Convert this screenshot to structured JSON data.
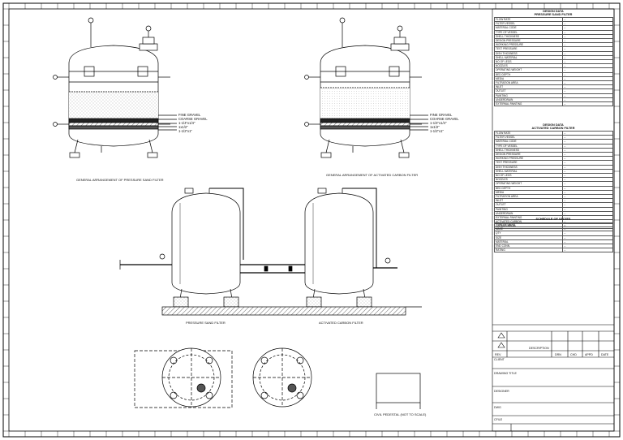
{
  "title_block_fields": {
    "rev": "REV.",
    "description": "DESCRIPTION",
    "drn": "DRN",
    "chk": "CHD",
    "appd": "APPD",
    "date": "DATE",
    "client": "CLIENT",
    "drawing_title": "DRAWING TITLE",
    "designer": "DESIGNER",
    "dwg": "DWG",
    "cfile": "CFILE"
  },
  "views": {
    "sand_filter_ga": "GENERAL ARRANGEMENT OF PRESSURE SAND FILTER",
    "carbon_filter_ga": "GENERAL ARRANGEMENT OF ACTIVATED CARBON FILTER",
    "pressure_sand_filter": "PRESSURE SAND FILTER",
    "activated_carbon_filter": "ACTIVATED CARBON FILTER",
    "pedestal": "CIVIL PEDESTAL (NOT TO SCALE)"
  },
  "media_labels": [
    "FINE GRAVEL",
    "COARSE GRAVEL",
    "1-1/4\"x1/4\"",
    "1x1/2\"",
    "1-1/2\"x1\""
  ],
  "sand_design": {
    "header": "DESIGN DATA",
    "subheader": "PRESSURE SAND FILTER",
    "rows": [
      [
        "FLOW RATE",
        "--"
      ],
      [
        "FILTER VESSEL",
        "--"
      ],
      [
        "MATERIAL CODE",
        "--"
      ],
      [
        "TYPE OF VESSEL",
        "--"
      ],
      [
        "SHELL THICKNESS",
        "--"
      ],
      [
        "DESIGN PRESSURE",
        "--"
      ],
      [
        "WORKING PRESSURE",
        "--"
      ],
      [
        "TEST PRESSURE",
        "--"
      ],
      [
        "DISH THICKNESS",
        "--"
      ],
      [
        "SHELL MATERIAL",
        "--"
      ],
      [
        "NO OF LEGS",
        "--"
      ],
      [
        "NOZZLES",
        "--"
      ],
      [
        "OPERATING WEIGHT",
        "--"
      ],
      [
        "BED DEPTH",
        "--"
      ],
      [
        "MEDIA",
        "--"
      ],
      [
        "FILTRATION AREA",
        "--"
      ],
      [
        "INLET",
        "--"
      ],
      [
        "OUTLET",
        "--"
      ],
      [
        "PAINTING",
        "--"
      ],
      [
        "UNDERDRAIN",
        "--"
      ],
      [
        "EXTERNAL PAINTING",
        "--"
      ]
    ]
  },
  "carbon_design": {
    "header": "DESIGN DATA",
    "subheader": "ACTIVATED CARBON FILTER",
    "rows": [
      [
        "FLOW RATE",
        "--"
      ],
      [
        "FILTER VESSEL",
        "--"
      ],
      [
        "MATERIAL CODE",
        "--"
      ],
      [
        "TYPE OF VESSEL",
        "--"
      ],
      [
        "SHELL THICKNESS",
        "--"
      ],
      [
        "DESIGN PRESSURE",
        "--"
      ],
      [
        "WORKING PRESSURE",
        "--"
      ],
      [
        "TEST PRESSURE",
        "--"
      ],
      [
        "DISH THICKNESS",
        "--"
      ],
      [
        "SHELL MATERIAL",
        "--"
      ],
      [
        "NO OF LEGS",
        "--"
      ],
      [
        "NOZZLES",
        "--"
      ],
      [
        "OPERATING WEIGHT",
        "--"
      ],
      [
        "BED DEPTH",
        "--"
      ],
      [
        "MEDIA",
        "--"
      ],
      [
        "FILTRATION AREA",
        "--"
      ],
      [
        "INLET",
        "--"
      ],
      [
        "OUTLET",
        "--"
      ],
      [
        "PAINTING",
        "--"
      ],
      [
        "UNDERDRAIN",
        "--"
      ],
      [
        "EXTERNAL PAINTING",
        "--"
      ],
      [
        "ACTIVATED CARBON",
        "--"
      ],
      [
        "CARBON MEDIA",
        "--"
      ]
    ]
  },
  "schedule": {
    "header": "SCHEDULE OF VALVES",
    "rows": [
      [
        "TYPE OF VALVE",
        "--"
      ],
      [
        "MAKE",
        "--"
      ],
      [
        "QTY",
        "--"
      ],
      [
        "SIZE",
        "--"
      ],
      [
        "MATERIAL",
        "--"
      ],
      [
        "END CONN.",
        "--"
      ],
      [
        "RATING",
        "--"
      ]
    ]
  }
}
